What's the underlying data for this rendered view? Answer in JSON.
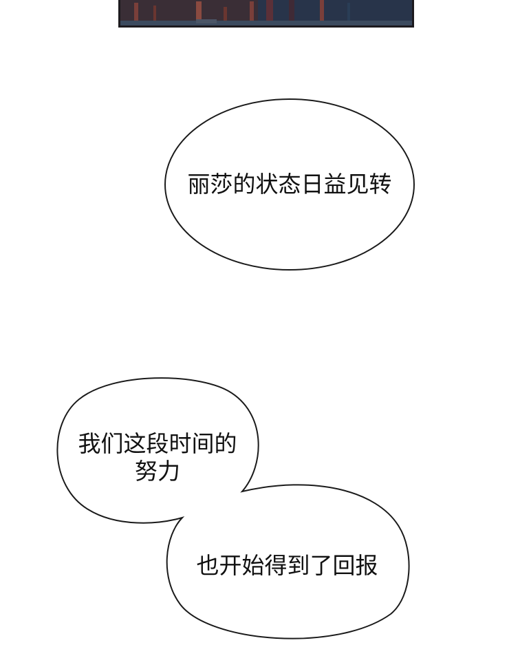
{
  "colors": {
    "background": "#ffffff",
    "bubble_fill": "#ffffff",
    "bubble_outline": "#1a1a1a",
    "panel_dark": "#2a2a36",
    "panel_accent": "#6b3a3a"
  },
  "bubbles": [
    {
      "lines": [
        "丽莎的状态日益见转"
      ]
    },
    {
      "lines": [
        "我们这段时间的",
        "努力"
      ]
    },
    {
      "lines": [
        "也开始得到了回报"
      ]
    }
  ]
}
